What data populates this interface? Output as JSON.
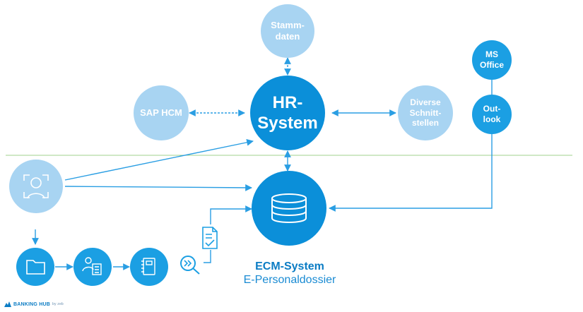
{
  "nodes": {
    "stammdaten": "Stamm-\ndaten",
    "sap_hcm": "SAP HCM",
    "hr_system": "HR-\nSystem",
    "diverse": "Diverse\nSchnitt-\nstellen",
    "ms_office": "MS\nOffice",
    "outlook": "Out-\nlook"
  },
  "ecm": {
    "title": "ECM-System",
    "subtitle": "E-Personaldossier"
  },
  "logo": {
    "brand": "BANKING HUB",
    "suffix": "by zeb"
  },
  "icons": [
    "person-scan-icon",
    "folder-icon",
    "person-checklist-icon",
    "notebook-icon",
    "magnifier-icon",
    "document-check-icon",
    "database-icon"
  ],
  "colors": {
    "light_node": "#a8d4f2",
    "main_node": "#1b9fe3",
    "core_node": "#0b8fd9",
    "connector": "#2a9ee3",
    "divider": "#9fd08c"
  }
}
